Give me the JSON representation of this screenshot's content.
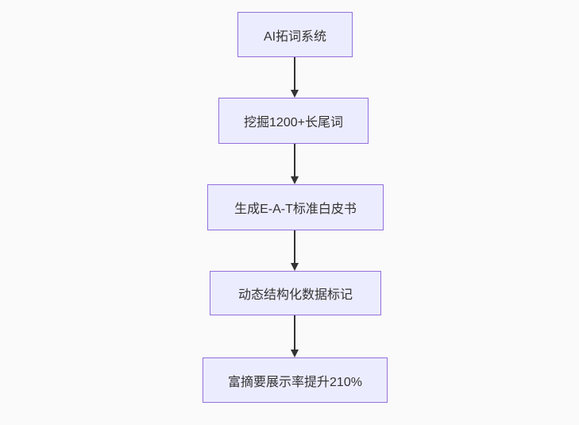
{
  "flowchart": {
    "type": "vertical-flowchart",
    "nodes": [
      {
        "id": "step-1",
        "label": "AI拓词系统"
      },
      {
        "id": "step-2",
        "label": "挖掘1200+长尾词"
      },
      {
        "id": "step-3",
        "label": "生成E-A-T标准白皮书"
      },
      {
        "id": "step-4",
        "label": "动态结构化数据标记"
      },
      {
        "id": "step-5",
        "label": "富摘要展示率提升210%"
      }
    ],
    "edges": [
      {
        "from": "step-1",
        "to": "step-2",
        "style": "arrow-down"
      },
      {
        "from": "step-2",
        "to": "step-3",
        "style": "arrow-down"
      },
      {
        "from": "step-3",
        "to": "step-4",
        "style": "arrow-down"
      },
      {
        "from": "step-4",
        "to": "step-5",
        "style": "arrow-down"
      }
    ],
    "colors": {
      "node_fill": "#ECECFF",
      "node_border": "#9370DB",
      "node_text": "#333333",
      "arrow": "#333333",
      "background": "#fafafa"
    }
  }
}
